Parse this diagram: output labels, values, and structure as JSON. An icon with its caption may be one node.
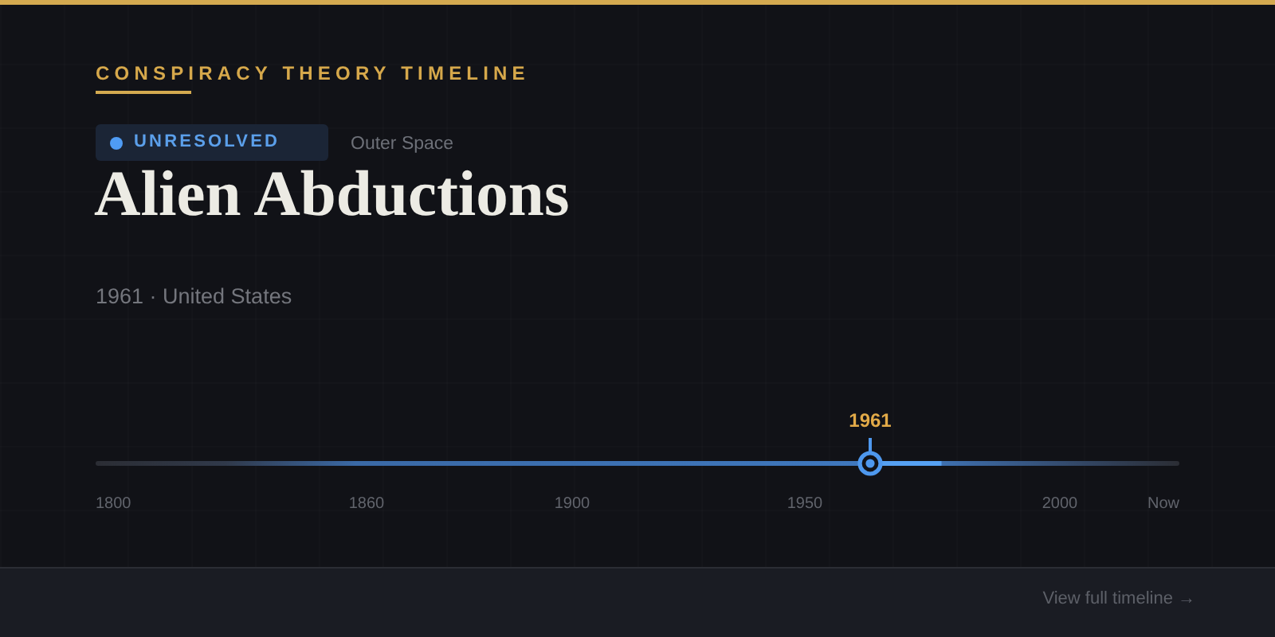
{
  "diagram": {
    "title": "Alien Abductions",
    "nodes": [
      {
        "text": [
          "UNRESOLVED"
        ]
      },
      {
        "text": [
          "View full timeline →"
        ]
      }
    ],
    "labels": [
      "CONSPIRACY THEORY TIMELINE",
      "Outer Space",
      "1961 · United States",
      "1961",
      "1800",
      "1860",
      "1900",
      "1950",
      "2000",
      "Now"
    ]
  }
}
